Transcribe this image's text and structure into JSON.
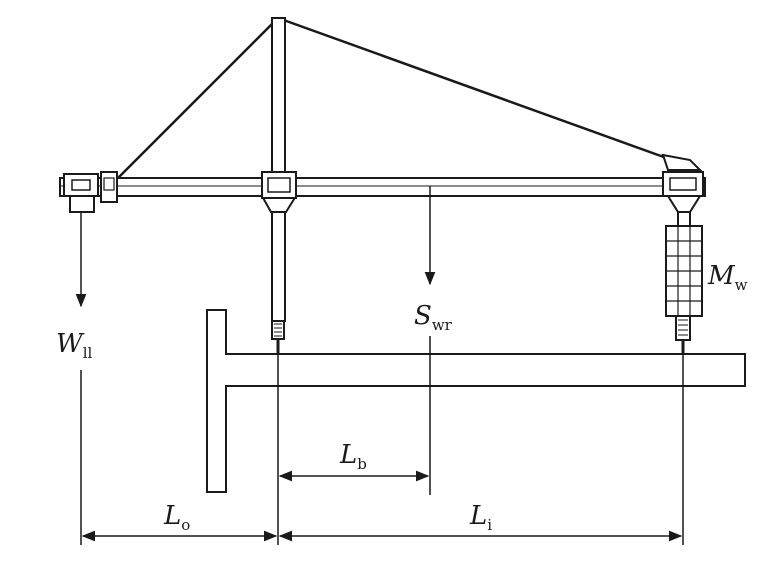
{
  "labels": {
    "wll_main": "W",
    "wll_sub": "ll",
    "swr_main": "S",
    "swr_sub": "wr",
    "mw_main": "M",
    "mw_sub": "w",
    "lb_main": "L",
    "lb_sub": "b",
    "lo_main": "L",
    "lo_sub": "o",
    "li_main": "L",
    "li_sub": "i"
  },
  "colors": {
    "ink": "#1a1a1a",
    "background": "#ffffff"
  }
}
